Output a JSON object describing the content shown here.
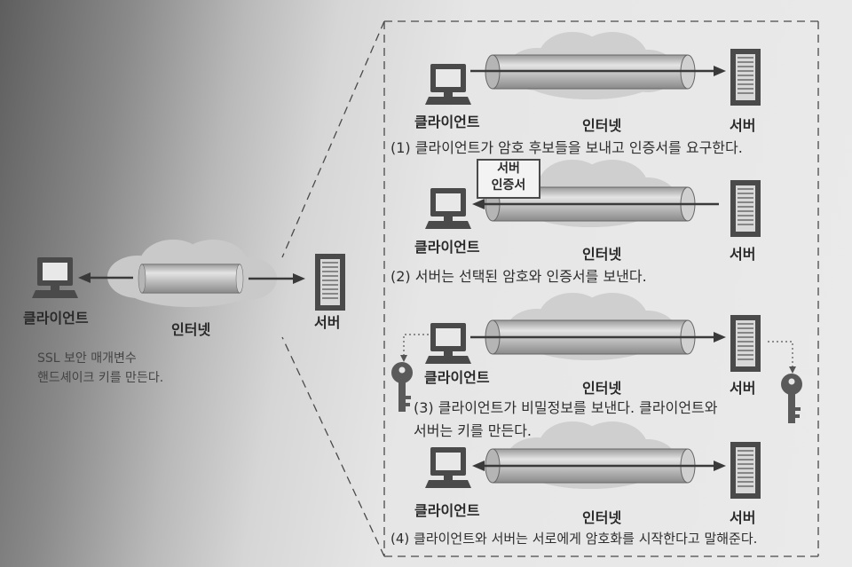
{
  "overview": {
    "client_label": "클라이언트",
    "internet_label": "인터넷",
    "server_label": "서버",
    "note_line1": "SSL 보안 매개변수",
    "note_line2": "핸드셰이크 키를 만든다."
  },
  "steps": [
    {
      "client_label": "클라이언트",
      "internet_label": "인터넷",
      "server_label": "서버",
      "caption": "(1) 클라이언트가 암호 후보들을 보내고 인증서를 요구한다."
    },
    {
      "client_label": "클라이언트",
      "internet_label": "인터넷",
      "server_label": "서버",
      "caption": "(2) 서버는 선택된 암호와 인증서를 보낸다.",
      "cert_line1": "서버",
      "cert_line2": "인증서"
    },
    {
      "client_label": "클라이언트",
      "internet_label": "인터넷",
      "server_label": "서버",
      "caption_line1": "(3) 클라이언트가 비밀정보를 보낸다. 클라이언트와",
      "caption_line2": "서버는 키를 만든다."
    },
    {
      "client_label": "클라이언트",
      "internet_label": "인터넷",
      "server_label": "서버",
      "caption": "(4) 클라이언트와 서버는 서로에게 암호화를 시작한다고 말해준다."
    }
  ]
}
